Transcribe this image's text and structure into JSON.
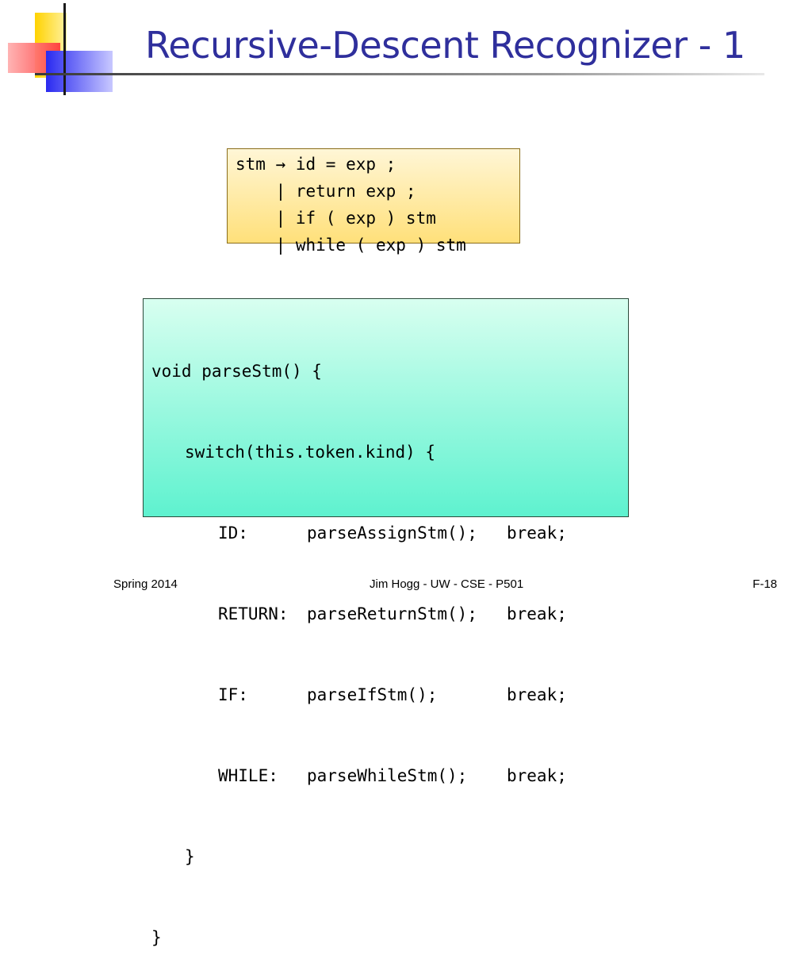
{
  "slide": {
    "title": "Recursive-Descent Recognizer - 1"
  },
  "grammar": {
    "lines": [
      "stm → id = exp ;",
      "    | return exp ;",
      "    | if ( exp ) stm",
      "    | while ( exp ) stm"
    ]
  },
  "code": {
    "header": "void parseStm() {",
    "switch_line": "switch(this.token.kind) {",
    "cases": [
      {
        "label": "ID:",
        "call": "parseAssignStm();",
        "stmt": "break;"
      },
      {
        "label": "RETURN:",
        "call": "parseReturnStm();",
        "stmt": "break;"
      },
      {
        "label": "IF:",
        "call": "parseIfStm();",
        "stmt": "break;"
      },
      {
        "label": "WHILE:",
        "call": "parseWhileStm();",
        "stmt": "break;"
      }
    ],
    "close_switch": "}",
    "close_func": "}"
  },
  "footer": {
    "left": "Spring 2014",
    "center": "Jim Hogg - UW - CSE - P501",
    "right": "F-18"
  }
}
